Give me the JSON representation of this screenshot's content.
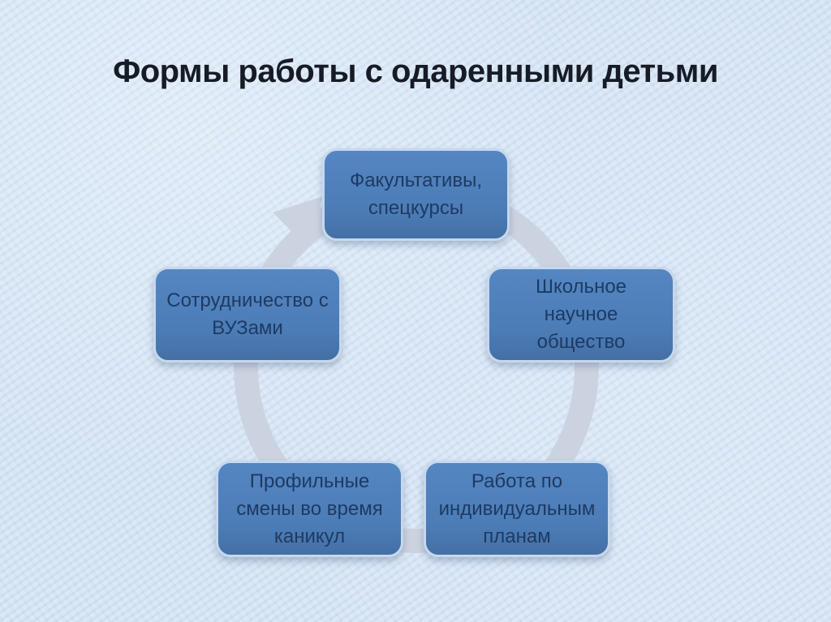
{
  "slide": {
    "title": "Формы работы с одаренными детьми"
  },
  "colors": {
    "bg-color": "#cbddf0",
    "title-color": "#161b26",
    "ring-color": "#ccd3e0",
    "node-fill": "#4b7cb6",
    "node-border": "#c6d8ee",
    "node-text": "#1e3a63"
  },
  "diagram": {
    "type": "cycle",
    "direction": "clockwise",
    "nodes": [
      {
        "position": "top",
        "label": "Факультативы, спецкурсы",
        "lines": [
          "Факультативы,",
          "спецкурсы"
        ]
      },
      {
        "position": "right",
        "label": "Школьное научное общество",
        "lines": [
          "Школьное",
          "научное",
          "общество"
        ]
      },
      {
        "position": "bottom-right",
        "label": "Работа по индивидуальным планам",
        "lines": [
          "Работа по",
          "индивидуальным",
          "планам"
        ]
      },
      {
        "position": "bottom-left",
        "label": "Профильные смены во время каникул",
        "lines": [
          "Профильные",
          "смены во время",
          "каникул"
        ]
      },
      {
        "position": "left",
        "label": "Сотрудничество с ВУЗами",
        "lines": [
          "Сотрудничество с",
          "ВУЗами"
        ]
      }
    ]
  }
}
